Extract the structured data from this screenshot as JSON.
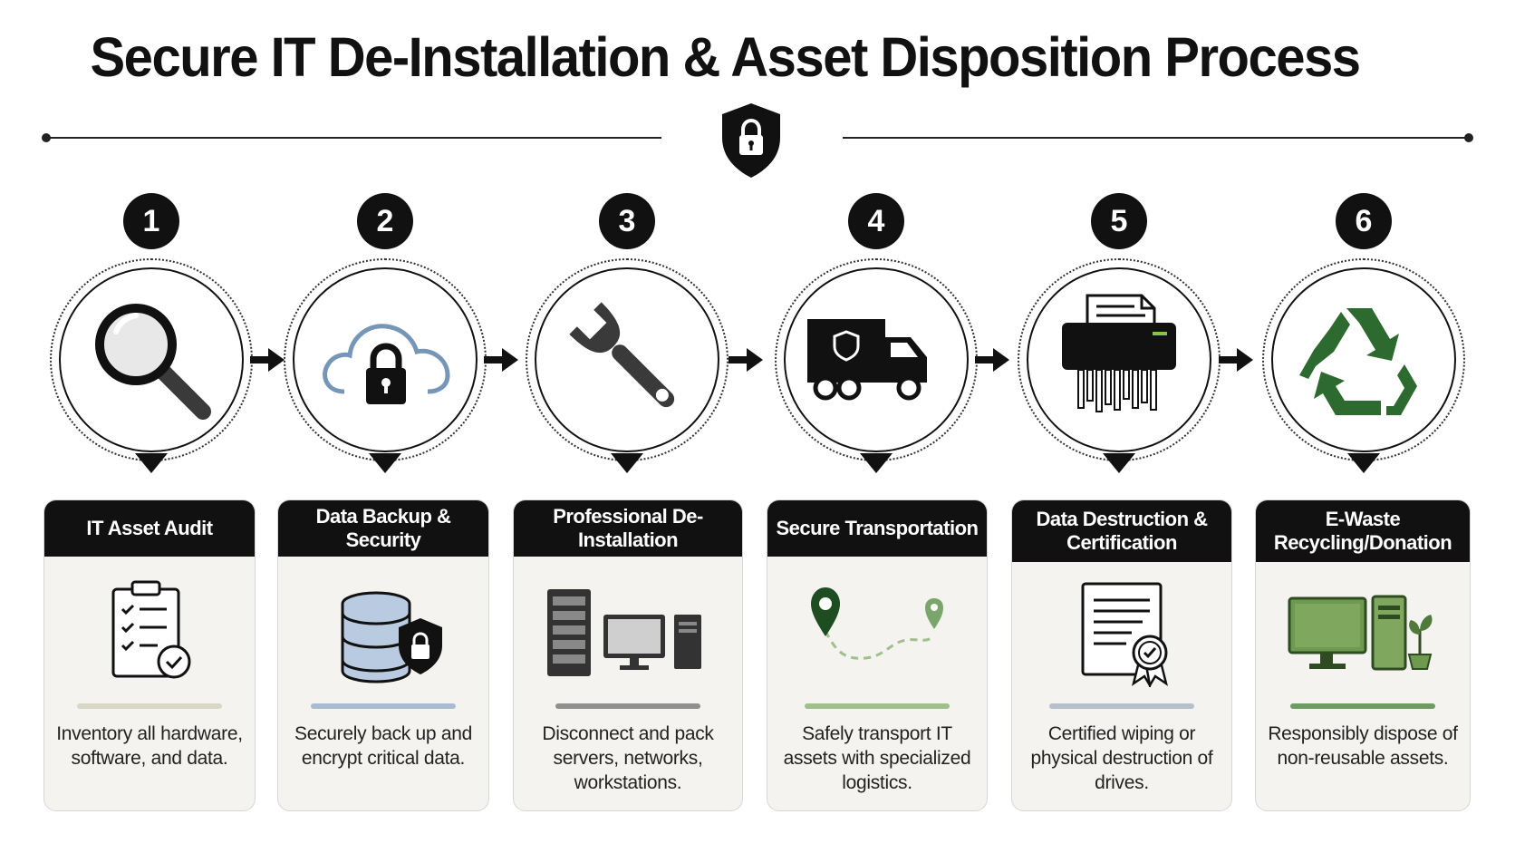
{
  "title": "Secure IT De-Installation & Asset Disposition Process",
  "colors": {
    "dark": "#111111",
    "cloud_blue": "#7596b7",
    "recycle_green": "#2d6a2f",
    "card_bg": "#f4f3f0"
  },
  "header_icon": "shield-lock-icon",
  "steps": [
    {
      "number": "1",
      "circle_icon": "magnifying-glass-icon",
      "label": "IT Asset Audit",
      "card_icon": "clipboard-checklist-icon",
      "bar_color": "#d8d6c8",
      "description": "Inventory all hardware, software, and data."
    },
    {
      "number": "2",
      "circle_icon": "cloud-lock-icon",
      "label": "Data Backup & Security",
      "card_icon": "database-shield-icon",
      "bar_color": "#a9bccf",
      "description": "Securely back up and encrypt critical data."
    },
    {
      "number": "3",
      "circle_icon": "wrench-icon",
      "label": "Professional De-Installation",
      "card_icon": "server-computer-icon",
      "bar_color": "#8f8f8f",
      "description": "Disconnect and pack servers, networks, workstations."
    },
    {
      "number": "4",
      "circle_icon": "secure-truck-icon",
      "label": "Secure Transportation",
      "card_icon": "route-pins-icon",
      "bar_color": "#9fc08a",
      "description": "Safely transport IT assets with specialized logistics."
    },
    {
      "number": "5",
      "circle_icon": "paper-shredder-icon",
      "label": "Data Destruction & Certification",
      "card_icon": "certificate-icon",
      "bar_color": "#b7bfcc",
      "description": "Certified wiping or physical destruction of drives."
    },
    {
      "number": "6",
      "circle_icon": "recycle-icon",
      "label": "E-Waste Recycling/Donation",
      "card_icon": "computer-plant-icon",
      "bar_color": "#6e9a63",
      "description": "Responsibly dispose of non-reusable assets."
    }
  ]
}
